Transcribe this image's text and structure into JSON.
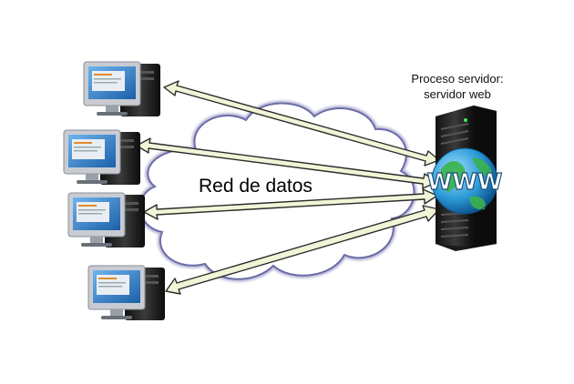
{
  "server": {
    "label_line1": "Proceso servidor:",
    "label_line2": "servidor web",
    "globe_text": "WWW",
    "icon": "server-tower-with-globe-icon"
  },
  "network": {
    "label": "Red de datos",
    "icon": "cloud-icon"
  },
  "clients": [
    {
      "icon": "desktop-computer-icon"
    },
    {
      "icon": "desktop-computer-icon"
    },
    {
      "icon": "desktop-computer-icon"
    },
    {
      "icon": "desktop-computer-icon"
    }
  ],
  "colors": {
    "arrow_fill": "#f2f4d8",
    "arrow_stroke": "#2b2b2b",
    "cloud_fill": "#ffffff",
    "cloud_stroke": "#7a7ab0",
    "monitor_screen": "#2f78c8",
    "server_body": "#2a2a2a",
    "globe": "#2c9ad6"
  }
}
